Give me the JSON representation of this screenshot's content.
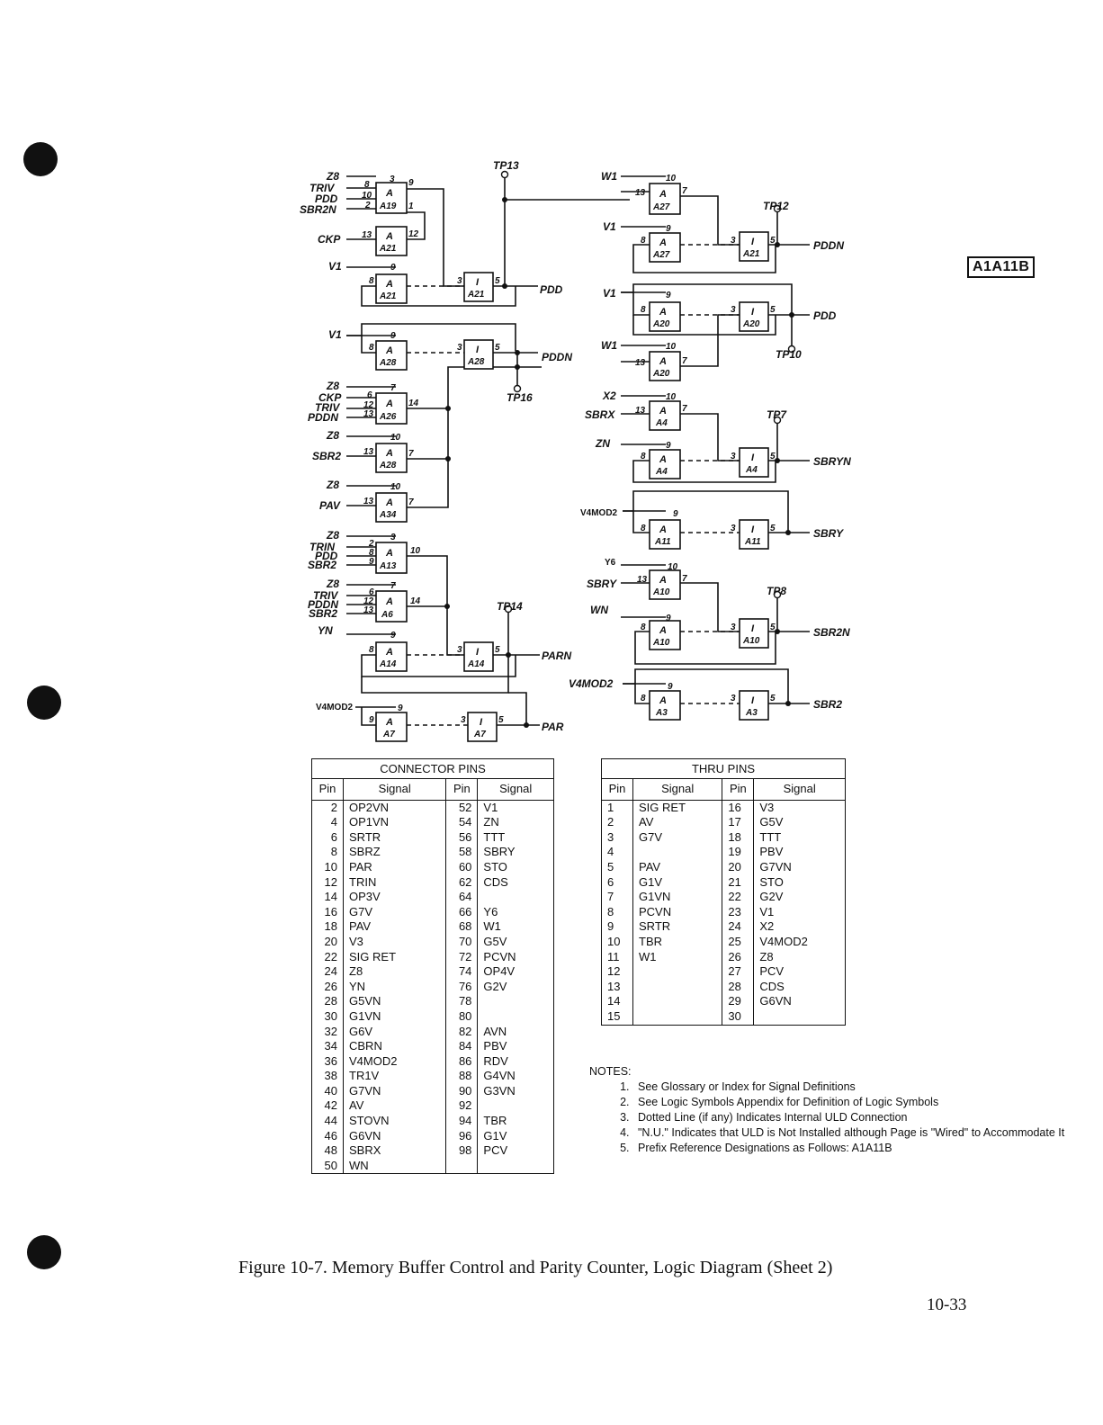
{
  "page_badge": "A1A11B",
  "caption": "Figure 10-7.  Memory Buffer Control and Parity Counter, Logic Diagram (Sheet 2)",
  "page_number": "10-33",
  "diagram": {
    "labels": {
      "z8_1": "Z8",
      "triv_1": "TRIV",
      "pdd_1": "PDD",
      "sbr2n_1": "SBR2N",
      "ckp_1": "CKP",
      "v1_1": "V1",
      "v1_2": "V1",
      "z8_2": "Z8",
      "ckp_2": "CKP",
      "triv_2": "TRIV",
      "pddn_1": "PDDN",
      "z8_3": "Z8",
      "sbr2_1": "SBR2",
      "z8_4": "Z8",
      "pav_1": "PAV",
      "z8_5": "Z8",
      "trin_1": "TRIN",
      "pdd_2": "PDD",
      "sbr2_2": "SBR2",
      "z8_6": "Z8",
      "triv_3": "TRIV",
      "pddn_2": "PDDN",
      "sbr2_3": "SBR2",
      "yn_1": "YN",
      "v4mod2_1": "V4MOD2",
      "tp13": "TP13",
      "tp16": "TP16",
      "tp14": "TP14",
      "out_pdd_l": "PDD",
      "out_pddn_l": "PDDN",
      "out_parn": "PARN",
      "out_par": "PAR",
      "w1_1": "W1",
      "v1_3": "V1",
      "v1_4": "V1",
      "w1_2": "W1",
      "x2_1": "X2",
      "sbrx_1": "SBRX",
      "zn_1": "ZN",
      "v4mod2_2": "V4MOD2",
      "y6_1": "Y6",
      "sbry_1": "SBRY",
      "wn_1": "WN",
      "v4mod2_3": "V4MOD2",
      "tp12": "TP12",
      "tp10": "TP10",
      "tp7": "TP7",
      "tp8": "TP8",
      "out_pddn_r": "PDDN",
      "out_pdd_r": "PDD",
      "out_sbryn": "SBRYN",
      "out_sbry": "SBRY",
      "out_sbr2n": "SBR2N",
      "out_sbr2": "SBR2"
    },
    "gates": [
      {
        "type": "A",
        "ref": "A19"
      },
      {
        "type": "A",
        "ref": "A21"
      },
      {
        "type": "A",
        "ref": "A21"
      },
      {
        "type": "I",
        "ref": "A21"
      },
      {
        "type": "A",
        "ref": "A28"
      },
      {
        "type": "I",
        "ref": "A28"
      },
      {
        "type": "A",
        "ref": "A26"
      },
      {
        "type": "A",
        "ref": "A28"
      },
      {
        "type": "A",
        "ref": "A34"
      },
      {
        "type": "A",
        "ref": "A13"
      },
      {
        "type": "A",
        "ref": "A6"
      },
      {
        "type": "A",
        "ref": "A14"
      },
      {
        "type": "I",
        "ref": "A14"
      },
      {
        "type": "A",
        "ref": "A7"
      },
      {
        "type": "I",
        "ref": "A7"
      },
      {
        "type": "A",
        "ref": "A27"
      },
      {
        "type": "A",
        "ref": "A27"
      },
      {
        "type": "I",
        "ref": "A21"
      },
      {
        "type": "A",
        "ref": "A20"
      },
      {
        "type": "I",
        "ref": "A20"
      },
      {
        "type": "A",
        "ref": "A20"
      },
      {
        "type": "A",
        "ref": "A4"
      },
      {
        "type": "A",
        "ref": "A4"
      },
      {
        "type": "I",
        "ref": "A4"
      },
      {
        "type": "A",
        "ref": "A11"
      },
      {
        "type": "I",
        "ref": "A11"
      },
      {
        "type": "A",
        "ref": "A10"
      },
      {
        "type": "A",
        "ref": "A10"
      },
      {
        "type": "I",
        "ref": "A10"
      },
      {
        "type": "A",
        "ref": "A3"
      },
      {
        "type": "I",
        "ref": "A3"
      }
    ],
    "pins": [
      "3",
      "8",
      "10",
      "2",
      "9",
      "1",
      "13",
      "12",
      "9",
      "8",
      "3",
      "5",
      "9",
      "8",
      "3",
      "5",
      "7",
      "6",
      "12",
      "13",
      "14",
      "10",
      "13",
      "7",
      "10",
      "13",
      "7",
      "3",
      "2",
      "8",
      "9",
      "10",
      "7",
      "6",
      "12",
      "13",
      "14",
      "9",
      "8",
      "3",
      "5",
      "9",
      "9",
      "3",
      "5",
      "10",
      "13",
      "7",
      "9",
      "8",
      "3",
      "5",
      "9",
      "8",
      "3",
      "5",
      "10",
      "13",
      "7",
      "10",
      "13",
      "7",
      "9",
      "8",
      "3",
      "5",
      "9",
      "8",
      "3",
      "5",
      "10",
      "13",
      "7",
      "9",
      "8",
      "3",
      "5",
      "9",
      "8",
      "3",
      "5"
    ]
  },
  "connector_pins": {
    "title": "CONNECTOR PINS",
    "headers": [
      "Pin",
      "Signal",
      "Pin",
      "Signal"
    ],
    "rows": [
      [
        "2",
        "OP2VN",
        "52",
        "V1"
      ],
      [
        "4",
        "OP1VN",
        "54",
        "ZN"
      ],
      [
        "6",
        "SRTR",
        "56",
        "TTT"
      ],
      [
        "8",
        "SBRZ",
        "58",
        "SBRY"
      ],
      [
        "10",
        "PAR",
        "60",
        "STO"
      ],
      [
        "12",
        "TRIN",
        "62",
        "CDS"
      ],
      [
        "14",
        "OP3V",
        "64",
        ""
      ],
      [
        "16",
        "G7V",
        "66",
        "Y6"
      ],
      [
        "18",
        "PAV",
        "68",
        "W1"
      ],
      [
        "20",
        "V3",
        "70",
        "G5V"
      ],
      [
        "22",
        "SIG RET",
        "72",
        "PCVN"
      ],
      [
        "24",
        "Z8",
        "74",
        "OP4V"
      ],
      [
        "26",
        "YN",
        "76",
        "G2V"
      ],
      [
        "28",
        "G5VN",
        "78",
        ""
      ],
      [
        "30",
        "G1VN",
        "80",
        ""
      ],
      [
        "32",
        "G6V",
        "82",
        "AVN"
      ],
      [
        "34",
        "CBRN",
        "84",
        "PBV"
      ],
      [
        "36",
        "V4MOD2",
        "86",
        "RDV"
      ],
      [
        "38",
        "TR1V",
        "88",
        "G4VN"
      ],
      [
        "40",
        "G7VN",
        "90",
        "G3VN"
      ],
      [
        "42",
        "AV",
        "92",
        ""
      ],
      [
        "44",
        "STOVN",
        "94",
        "TBR"
      ],
      [
        "46",
        "G6VN",
        "96",
        "G1V"
      ],
      [
        "48",
        "SBRX",
        "98",
        "PCV"
      ],
      [
        "50",
        "WN",
        "",
        ""
      ]
    ]
  },
  "thru_pins": {
    "title": "THRU PINS",
    "headers": [
      "Pin",
      "Signal",
      "Pin",
      "Signal"
    ],
    "rows": [
      [
        "1",
        "SIG RET",
        "16",
        "V3"
      ],
      [
        "2",
        "AV",
        "17",
        "G5V"
      ],
      [
        "3",
        "G7V",
        "18",
        "TTT"
      ],
      [
        "4",
        "",
        "19",
        "PBV"
      ],
      [
        "5",
        "PAV",
        "20",
        "G7VN"
      ],
      [
        "6",
        "G1V",
        "21",
        "STO"
      ],
      [
        "7",
        "G1VN",
        "22",
        "G2V"
      ],
      [
        "8",
        "PCVN",
        "23",
        "V1"
      ],
      [
        "9",
        "SRTR",
        "24",
        "X2"
      ],
      [
        "10",
        "TBR",
        "25",
        "V4MOD2"
      ],
      [
        "11",
        "W1",
        "26",
        "Z8"
      ],
      [
        "12",
        "",
        "27",
        "PCV"
      ],
      [
        "13",
        "",
        "28",
        "CDS"
      ],
      [
        "14",
        "",
        "29",
        "G6VN"
      ],
      [
        "15",
        "",
        "30",
        ""
      ]
    ]
  },
  "notes": {
    "heading": "NOTES:",
    "items": [
      "See Glossary or Index for Signal Definitions",
      "See Logic Symbols Appendix for Definition of Logic Symbols",
      "Dotted Line (if any) Indicates Internal ULD Connection",
      "\"N.U.\" Indicates that ULD is Not Installed although Page is \"Wired\" to Accommodate It",
      "Prefix Reference Designations as Follows: A1A11B"
    ]
  }
}
